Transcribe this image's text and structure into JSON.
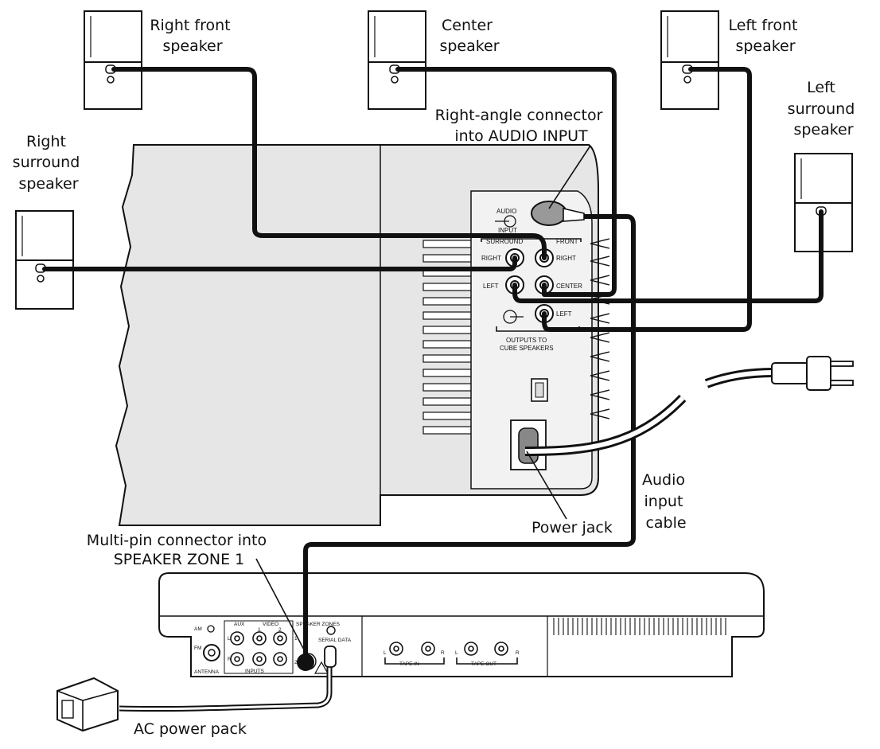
{
  "labels": {
    "right_front": [
      "Right front",
      "speaker"
    ],
    "center": [
      "Center",
      "speaker"
    ],
    "left_front": [
      "Left front",
      "speaker"
    ],
    "left_surround": [
      "Left",
      "surround",
      "speaker"
    ],
    "right_surround": [
      "Right",
      "surround",
      "speaker"
    ],
    "right_angle_connector": [
      "Right-angle connector",
      "into AUDIO INPUT"
    ],
    "audio_input_cable": [
      "Audio",
      "input",
      "cable"
    ],
    "power_jack": "Power jack",
    "multi_pin_connector": [
      "Multi-pin connector into",
      "SPEAKER ZONE 1"
    ],
    "ac_power_pack": "AC power pack"
  },
  "panel": {
    "audio": "AUDIO",
    "input": "INPUT",
    "surround": "SURROUND",
    "front": "FRONT",
    "right_left": "RIGHT",
    "right_right": "RIGHT",
    "left": "LEFT",
    "center": "CENTER",
    "left2": "LEFT",
    "outputs_to": "OUTPUTS TO",
    "cube_speakers": "CUBE SPEAKERS"
  },
  "console": {
    "am": "AM",
    "fm": "FM",
    "antenna": "ANTENNA",
    "aux": "AUX",
    "video": "VIDEO",
    "v1": "1",
    "v2": "2",
    "l": "L",
    "r": "R",
    "inputs": "INPUTS",
    "speaker_zones": "SPEAKER ZONES",
    "z1": "1",
    "z2": "2",
    "serial_data": "SERIAL DATA",
    "tape_in": "TAPE IN",
    "tape_out": "TAPE OUT"
  }
}
